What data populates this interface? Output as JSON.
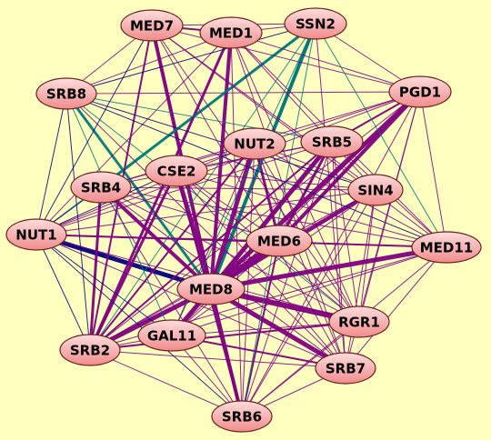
{
  "network": {
    "background": "#FFFFC0",
    "node_fill_light": "#FFDCDC",
    "node_fill_dark": "#F08C8C",
    "node_stroke": "#6E1E1E",
    "edge_colors": {
      "purple": "#800080",
      "navy": "#000080",
      "teal": "#007A7A"
    },
    "nodes": [
      {
        "id": "MED7",
        "label": "MED7"
      },
      {
        "id": "MED1",
        "label": "MED1"
      },
      {
        "id": "SSN2",
        "label": "SSN2"
      },
      {
        "id": "SRB8",
        "label": "SRB8"
      },
      {
        "id": "PGD1",
        "label": "PGD1"
      },
      {
        "id": "NUT2",
        "label": "NUT2"
      },
      {
        "id": "SRB5",
        "label": "SRB5"
      },
      {
        "id": "CSE2",
        "label": "CSE2"
      },
      {
        "id": "SRB4",
        "label": "SRB4"
      },
      {
        "id": "SIN4",
        "label": "SIN4"
      },
      {
        "id": "NUT1",
        "label": "NUT1"
      },
      {
        "id": "MED6",
        "label": "MED6"
      },
      {
        "id": "MED11",
        "label": "MED11"
      },
      {
        "id": "MED8",
        "label": "MED8"
      },
      {
        "id": "RGR1",
        "label": "RGR1"
      },
      {
        "id": "GAL11",
        "label": "GAL11"
      },
      {
        "id": "SRB2",
        "label": "SRB2"
      },
      {
        "id": "SRB7",
        "label": "SRB7"
      },
      {
        "id": "SRB6",
        "label": "SRB6"
      }
    ],
    "edges": [
      {
        "source": "MED8",
        "target": "MED7",
        "color": "purple",
        "weight": 4
      },
      {
        "source": "MED8",
        "target": "MED1",
        "color": "purple",
        "weight": 4
      },
      {
        "source": "MED8",
        "target": "SSN2",
        "color": "teal",
        "weight": 4
      },
      {
        "source": "MED8",
        "target": "SRB8",
        "color": "teal",
        "weight": 3
      },
      {
        "source": "MED8",
        "target": "PGD1",
        "color": "purple",
        "weight": 5
      },
      {
        "source": "MED8",
        "target": "NUT2",
        "color": "purple",
        "weight": 5
      },
      {
        "source": "MED8",
        "target": "SRB5",
        "color": "purple",
        "weight": 5
      },
      {
        "source": "MED8",
        "target": "CSE2",
        "color": "purple",
        "weight": 5
      },
      {
        "source": "MED8",
        "target": "SRB4",
        "color": "purple",
        "weight": 4
      },
      {
        "source": "MED8",
        "target": "SIN4",
        "color": "purple",
        "weight": 4
      },
      {
        "source": "MED8",
        "target": "NUT1",
        "color": "navy",
        "weight": 5
      },
      {
        "source": "MED8",
        "target": "MED6",
        "color": "purple",
        "weight": 6
      },
      {
        "source": "MED8",
        "target": "MED11",
        "color": "purple",
        "weight": 5
      },
      {
        "source": "MED8",
        "target": "RGR1",
        "color": "purple",
        "weight": 6
      },
      {
        "source": "MED8",
        "target": "GAL11",
        "color": "purple",
        "weight": 5
      },
      {
        "source": "MED8",
        "target": "SRB2",
        "color": "purple",
        "weight": 5
      },
      {
        "source": "MED8",
        "target": "SRB7",
        "color": "purple",
        "weight": 5
      },
      {
        "source": "MED8",
        "target": "SRB6",
        "color": "purple",
        "weight": 4
      },
      {
        "source": "CSE2",
        "target": "SRB2",
        "color": "purple",
        "weight": 3
      },
      {
        "source": "SRB4",
        "target": "SRB2",
        "color": "purple",
        "weight": 3
      },
      {
        "source": "MED6",
        "target": "PGD1",
        "color": "purple",
        "weight": 4
      },
      {
        "source": "MED6",
        "target": "NUT2",
        "color": "purple",
        "weight": 3
      },
      {
        "source": "MED6",
        "target": "SRB6",
        "color": "purple",
        "weight": 2
      },
      {
        "source": "SRB5",
        "target": "MED6",
        "color": "purple",
        "weight": 3
      },
      {
        "source": "SSN2",
        "target": "SRB4",
        "color": "teal",
        "weight": 3
      },
      {
        "source": "SSN2",
        "target": "MED8",
        "color": "teal",
        "weight": 2
      },
      {
        "source": "MED1",
        "target": "SRB2",
        "color": "purple",
        "weight": 3
      },
      {
        "source": "MED7",
        "target": "SRB2",
        "color": "purple",
        "weight": 2
      },
      {
        "source": "MED7",
        "target": "MED1",
        "color": "purple",
        "weight": 2
      },
      {
        "source": "PGD1",
        "target": "SRB5",
        "color": "purple",
        "weight": 2
      },
      {
        "source": "SRB5",
        "target": "SRB2",
        "color": "purple",
        "weight": 2
      },
      {
        "source": "NUT2",
        "target": "SRB2",
        "color": "purple",
        "weight": 2
      },
      {
        "source": "RGR1",
        "target": "SRB2",
        "color": "purple",
        "weight": 2
      },
      {
        "source": "GAL11",
        "target": "SRB7",
        "color": "purple",
        "weight": 2
      },
      {
        "source": "SRB6",
        "target": "CSE2",
        "color": "purple",
        "weight": 2
      },
      {
        "source": "NUT1",
        "target": "MED11",
        "color": "purple",
        "weight": 2
      },
      {
        "source": "NUT1",
        "target": "SRB6",
        "color": "navy",
        "weight": 1
      },
      {
        "source": "NUT1",
        "target": "SRB8",
        "color": "navy",
        "weight": 1
      },
      {
        "source": "NUT1",
        "target": "SIN4",
        "color": "purple",
        "weight": 1
      },
      {
        "source": "NUT1",
        "target": "NUT2",
        "color": "purple",
        "weight": 1
      },
      {
        "source": "NUT1",
        "target": "MED1",
        "color": "purple",
        "weight": 1
      },
      {
        "source": "NUT1",
        "target": "SRB7",
        "color": "purple",
        "weight": 1
      },
      {
        "source": "NUT1",
        "target": "SRB2",
        "color": "navy",
        "weight": 1
      },
      {
        "source": "SRB8",
        "target": "PGD1",
        "color": "purple",
        "weight": 1
      },
      {
        "source": "SRB8",
        "target": "MED11",
        "color": "navy",
        "weight": 1
      },
      {
        "source": "SRB8",
        "target": "SRB7",
        "color": "purple",
        "weight": 1
      },
      {
        "source": "SRB8",
        "target": "SRB2",
        "color": "navy",
        "weight": 1
      },
      {
        "source": "SRB8",
        "target": "MED1",
        "color": "purple",
        "weight": 1
      },
      {
        "source": "SRB8",
        "target": "SSN2",
        "color": "navy",
        "weight": 1
      },
      {
        "source": "SRB8",
        "target": "RGR1",
        "color": "teal",
        "weight": 1
      },
      {
        "source": "SRB8",
        "target": "GAL11",
        "color": "teal",
        "weight": 1
      },
      {
        "source": "SRB8",
        "target": "SIN4",
        "color": "navy",
        "weight": 1
      },
      {
        "source": "SRB8",
        "target": "SRB5",
        "color": "teal",
        "weight": 1
      },
      {
        "source": "MED7",
        "target": "SSN2",
        "color": "purple",
        "weight": 1
      },
      {
        "source": "MED7",
        "target": "PGD1",
        "color": "purple",
        "weight": 1
      },
      {
        "source": "MED7",
        "target": "NUT1",
        "color": "navy",
        "weight": 1
      },
      {
        "source": "MED7",
        "target": "MED11",
        "color": "purple",
        "weight": 1
      },
      {
        "source": "MED7",
        "target": "SRB7",
        "color": "purple",
        "weight": 1
      },
      {
        "source": "MED7",
        "target": "RGR1",
        "color": "purple",
        "weight": 1
      },
      {
        "source": "MED7",
        "target": "SRB6",
        "color": "purple",
        "weight": 1
      },
      {
        "source": "MED7",
        "target": "SIN4",
        "color": "purple",
        "weight": 1
      },
      {
        "source": "MED7",
        "target": "SRB8",
        "color": "purple",
        "weight": 1
      },
      {
        "source": "MED1",
        "target": "SSN2",
        "color": "purple",
        "weight": 1
      },
      {
        "source": "MED1",
        "target": "PGD1",
        "color": "purple",
        "weight": 1
      },
      {
        "source": "MED1",
        "target": "MED11",
        "color": "purple",
        "weight": 1
      },
      {
        "source": "MED1",
        "target": "SRB7",
        "color": "purple",
        "weight": 1
      },
      {
        "source": "MED1",
        "target": "SRB6",
        "color": "purple",
        "weight": 1
      },
      {
        "source": "MED1",
        "target": "RGR1",
        "color": "purple",
        "weight": 1
      },
      {
        "source": "MED1",
        "target": "SIN4",
        "color": "purple",
        "weight": 1
      },
      {
        "source": "SSN2",
        "target": "PGD1",
        "color": "purple",
        "weight": 1
      },
      {
        "source": "SSN2",
        "target": "NUT1",
        "color": "teal",
        "weight": 1
      },
      {
        "source": "SSN2",
        "target": "SRB2",
        "color": "teal",
        "weight": 1
      },
      {
        "source": "SSN2",
        "target": "MED11",
        "color": "teal",
        "weight": 1
      },
      {
        "source": "SSN2",
        "target": "SRB6",
        "color": "teal",
        "weight": 1
      },
      {
        "source": "SSN2",
        "target": "SRB7",
        "color": "purple",
        "weight": 1
      },
      {
        "source": "SSN2",
        "target": "GAL11",
        "color": "teal",
        "weight": 1
      },
      {
        "source": "PGD1",
        "target": "NUT1",
        "color": "purple",
        "weight": 1
      },
      {
        "source": "PGD1",
        "target": "SRB2",
        "color": "purple",
        "weight": 1
      },
      {
        "source": "PGD1",
        "target": "SRB6",
        "color": "purple",
        "weight": 1
      },
      {
        "source": "PGD1",
        "target": "MED11",
        "color": "purple",
        "weight": 1
      },
      {
        "source": "PGD1",
        "target": "SRB7",
        "color": "purple",
        "weight": 1
      },
      {
        "source": "PGD1",
        "target": "GAL11",
        "color": "purple",
        "weight": 1
      },
      {
        "source": "PGD1",
        "target": "RGR1",
        "color": "purple",
        "weight": 1
      },
      {
        "source": "PGD1",
        "target": "SRB4",
        "color": "purple",
        "weight": 1
      },
      {
        "source": "PGD1",
        "target": "CSE2",
        "color": "purple",
        "weight": 1
      },
      {
        "source": "MED11",
        "target": "SRB2",
        "color": "purple",
        "weight": 1
      },
      {
        "source": "MED11",
        "target": "SRB6",
        "color": "purple",
        "weight": 1
      },
      {
        "source": "MED11",
        "target": "GAL11",
        "color": "purple",
        "weight": 1
      },
      {
        "source": "MED11",
        "target": "SRB4",
        "color": "purple",
        "weight": 1
      },
      {
        "source": "MED11",
        "target": "CSE2",
        "color": "purple",
        "weight": 1
      },
      {
        "source": "MED11",
        "target": "SRB5",
        "color": "purple",
        "weight": 1
      },
      {
        "source": "MED11",
        "target": "NUT2",
        "color": "purple",
        "weight": 1
      },
      {
        "source": "MED11",
        "target": "SRB7",
        "color": "purple",
        "weight": 1
      },
      {
        "source": "SRB7",
        "target": "SRB2",
        "color": "purple",
        "weight": 1
      },
      {
        "source": "SRB7",
        "target": "SRB4",
        "color": "purple",
        "weight": 1
      },
      {
        "source": "SRB7",
        "target": "CSE2",
        "color": "purple",
        "weight": 1
      },
      {
        "source": "SRB7",
        "target": "NUT2",
        "color": "purple",
        "weight": 1
      },
      {
        "source": "SRB7",
        "target": "SRB5",
        "color": "purple",
        "weight": 1
      },
      {
        "source": "SRB7",
        "target": "SIN4",
        "color": "purple",
        "weight": 1
      },
      {
        "source": "SRB6",
        "target": "SRB2",
        "color": "purple",
        "weight": 1
      },
      {
        "source": "SRB6",
        "target": "SRB4",
        "color": "purple",
        "weight": 1
      },
      {
        "source": "SRB6",
        "target": "NUT2",
        "color": "purple",
        "weight": 1
      },
      {
        "source": "SRB6",
        "target": "SRB5",
        "color": "purple",
        "weight": 1
      },
      {
        "source": "SRB6",
        "target": "SIN4",
        "color": "purple",
        "weight": 1
      },
      {
        "source": "SRB6",
        "target": "RGR1",
        "color": "purple",
        "weight": 1
      },
      {
        "source": "SRB6",
        "target": "SRB7",
        "color": "purple",
        "weight": 1
      },
      {
        "source": "SRB2",
        "target": "SIN4",
        "color": "purple",
        "weight": 1
      },
      {
        "source": "SRB2",
        "target": "MED6",
        "color": "purple",
        "weight": 1
      },
      {
        "source": "SRB2",
        "target": "GAL11",
        "color": "purple",
        "weight": 1
      },
      {
        "source": "SRB4",
        "target": "SIN4",
        "color": "purple",
        "weight": 1
      },
      {
        "source": "SRB4",
        "target": "SRB5",
        "color": "purple",
        "weight": 1
      },
      {
        "source": "SRB4",
        "target": "NUT2",
        "color": "purple",
        "weight": 1
      },
      {
        "source": "SRB4",
        "target": "RGR1",
        "color": "purple",
        "weight": 1
      },
      {
        "source": "SRB4",
        "target": "MED6",
        "color": "purple",
        "weight": 1
      },
      {
        "source": "CSE2",
        "target": "SIN4",
        "color": "purple",
        "weight": 1
      },
      {
        "source": "CSE2",
        "target": "RGR1",
        "color": "purple",
        "weight": 1
      },
      {
        "source": "CSE2",
        "target": "SRB5",
        "color": "purple",
        "weight": 1
      },
      {
        "source": "CSE2",
        "target": "MED6",
        "color": "purple",
        "weight": 1
      },
      {
        "source": "NUT2",
        "target": "SIN4",
        "color": "purple",
        "weight": 1
      },
      {
        "source": "NUT2",
        "target": "RGR1",
        "color": "purple",
        "weight": 1
      },
      {
        "source": "NUT2",
        "target": "GAL11",
        "color": "purple",
        "weight": 1
      },
      {
        "source": "SRB5",
        "target": "RGR1",
        "color": "purple",
        "weight": 1
      },
      {
        "source": "SRB5",
        "target": "GAL11",
        "color": "purple",
        "weight": 1
      },
      {
        "source": "SIN4",
        "target": "RGR1",
        "color": "purple",
        "weight": 1
      },
      {
        "source": "SIN4",
        "target": "GAL11",
        "color": "purple",
        "weight": 1
      },
      {
        "source": "SIN4",
        "target": "MED6",
        "color": "purple",
        "weight": 1
      },
      {
        "source": "RGR1",
        "target": "GAL11",
        "color": "purple",
        "weight": 1
      },
      {
        "source": "RGR1",
        "target": "MED6",
        "color": "purple",
        "weight": 1
      },
      {
        "source": "GAL11",
        "target": "SRB6",
        "color": "purple",
        "weight": 1
      },
      {
        "source": "GAL11",
        "target": "MED6",
        "color": "purple",
        "weight": 1
      },
      {
        "source": "NUT1",
        "target": "GAL11",
        "color": "navy",
        "weight": 1
      },
      {
        "source": "NUT1",
        "target": "RGR1",
        "color": "purple",
        "weight": 1
      },
      {
        "source": "NUT1",
        "target": "CSE2",
        "color": "navy",
        "weight": 1
      },
      {
        "source": "NUT1",
        "target": "SRB4",
        "color": "navy",
        "weight": 1
      },
      {
        "source": "NUT1",
        "target": "SRB5",
        "color": "purple",
        "weight": 1
      },
      {
        "source": "NUT1",
        "target": "MED6",
        "color": "purple",
        "weight": 1
      }
    ]
  }
}
